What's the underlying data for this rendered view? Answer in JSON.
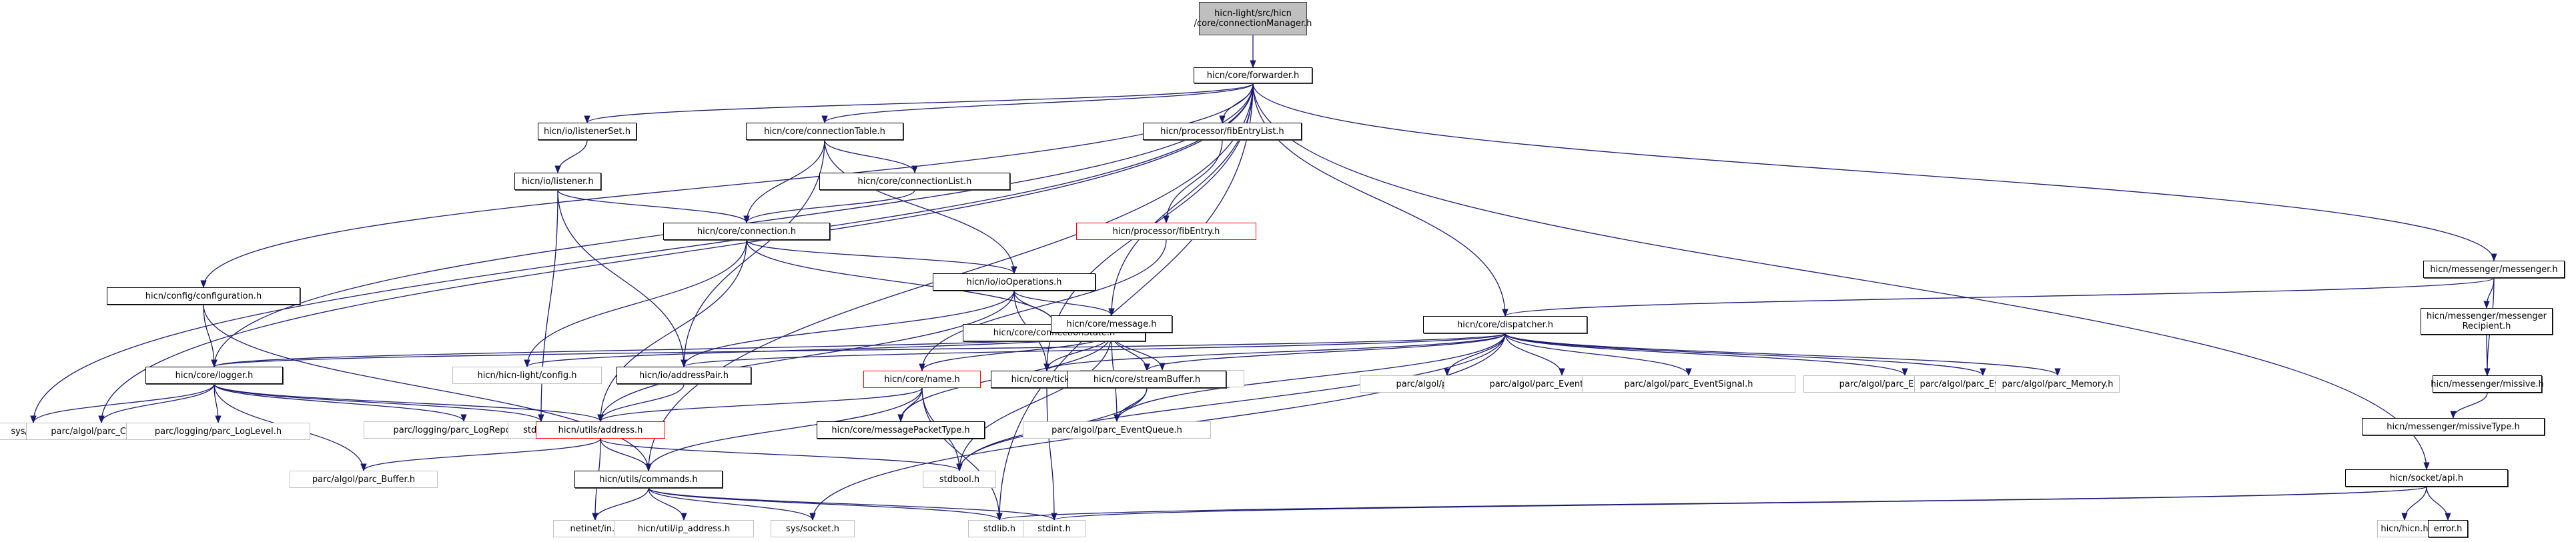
{
  "title": "hicn-light/src/hicn/core/connectionManager.h include dependency graph",
  "colors": {
    "edge": "#191970",
    "node_border": "#000000",
    "external_border": "#bfbfbf",
    "missing_border": "#ff0000",
    "root_fill": "#bfbfbf"
  },
  "nodes": [
    {
      "id": "root",
      "label": "hicn-light/src/hicn\n/core/connectionManager.h",
      "kind": "root"
    },
    {
      "id": "forwarder",
      "label": "hicn/core/forwarder.h",
      "kind": "doc"
    },
    {
      "id": "listenerSet",
      "label": "hicn/io/listenerSet.h",
      "kind": "doc"
    },
    {
      "id": "connectionTable",
      "label": "hicn/core/connectionTable.h",
      "kind": "doc"
    },
    {
      "id": "fibEntryList",
      "label": "hicn/processor/fibEntryList.h",
      "kind": "doc"
    },
    {
      "id": "listener",
      "label": "hicn/io/listener.h",
      "kind": "doc"
    },
    {
      "id": "connectionList",
      "label": "hicn/core/connectionList.h",
      "kind": "doc"
    },
    {
      "id": "fibEntry",
      "label": "hicn/processor/fibEntry.h",
      "kind": "missing"
    },
    {
      "id": "connection",
      "label": "hicn/core/connection.h",
      "kind": "doc"
    },
    {
      "id": "ioOperations",
      "label": "hicn/io/ioOperations.h",
      "kind": "doc"
    },
    {
      "id": "configuration",
      "label": "hicn/config/configuration.h",
      "kind": "doc"
    },
    {
      "id": "connectionState",
      "label": "hicn/core/connectionState.h",
      "kind": "doc"
    },
    {
      "id": "message",
      "label": "hicn/core/message.h",
      "kind": "doc"
    },
    {
      "id": "messenger",
      "label": "hicn/messenger/messenger.h",
      "kind": "doc"
    },
    {
      "id": "dispatcher",
      "label": "hicn/core/dispatcher.h",
      "kind": "doc"
    },
    {
      "id": "messengerRecipient",
      "label": "hicn/messenger/messenger\nRecipient.h",
      "kind": "doc"
    },
    {
      "id": "logger",
      "label": "hicn/core/logger.h",
      "kind": "doc"
    },
    {
      "id": "addressPair",
      "label": "hicn/io/addressPair.h",
      "kind": "doc"
    },
    {
      "id": "hicnLightConfig",
      "label": "hicn/hicn-light/config.h",
      "kind": "ext"
    },
    {
      "id": "name",
      "label": "hicn/core/name.h",
      "kind": "missing"
    },
    {
      "id": "parcEventBuffer",
      "label": "parc/algol/parc_EventBuffer.h",
      "kind": "ext"
    },
    {
      "id": "ticks",
      "label": "hicn/core/ticks.h",
      "kind": "doc"
    },
    {
      "id": "streamBuffer",
      "label": "hicn/core/streamBuffer.h",
      "kind": "doc"
    },
    {
      "id": "parcEvent",
      "label": "parc/algol/parc_Event.h",
      "kind": "ext"
    },
    {
      "id": "parcEventScheduler",
      "label": "parc/algol/parc_EventScheduler.h",
      "kind": "ext"
    },
    {
      "id": "parcEventSignal",
      "label": "parc/algol/parc_EventSignal.h",
      "kind": "ext"
    },
    {
      "id": "parcEventSocket",
      "label": "parc/algol/parc_EventSocket.h",
      "kind": "ext"
    },
    {
      "id": "parcEventTimer",
      "label": "parc/algol/parc_EventTimer.h",
      "kind": "ext"
    },
    {
      "id": "parcMemory",
      "label": "parc/algol/parc_Memory.h",
      "kind": "ext"
    },
    {
      "id": "missive",
      "label": "hicn/messenger/missive.h",
      "kind": "doc"
    },
    {
      "id": "sysTime",
      "label": "sys/time.h",
      "kind": "ext"
    },
    {
      "id": "parcClock",
      "label": "parc/algol/parc_Clock.h",
      "kind": "ext"
    },
    {
      "id": "parcLogLevel",
      "label": "parc/logging/parc_LogLevel.h",
      "kind": "ext"
    },
    {
      "id": "parcLogReporter",
      "label": "parc/logging/parc_LogReporter.h",
      "kind": "ext"
    },
    {
      "id": "stdarg",
      "label": "stdarg.h",
      "kind": "ext"
    },
    {
      "id": "address",
      "label": "hicn/utils/address.h",
      "kind": "missing"
    },
    {
      "id": "messagePacketType",
      "label": "hicn/core/messagePacketType.h",
      "kind": "doc"
    },
    {
      "id": "parcEventQueue",
      "label": "parc/algol/parc_EventQueue.h",
      "kind": "ext"
    },
    {
      "id": "missiveType",
      "label": "hicn/messenger/missiveType.h",
      "kind": "doc"
    },
    {
      "id": "parcBuffer",
      "label": "parc/algol/parc_Buffer.h",
      "kind": "ext"
    },
    {
      "id": "stdbool",
      "label": "stdbool.h",
      "kind": "ext"
    },
    {
      "id": "commands",
      "label": "hicn/utils/commands.h",
      "kind": "doc"
    },
    {
      "id": "socketApi",
      "label": "hicn/socket/api.h",
      "kind": "doc"
    },
    {
      "id": "netinetIn",
      "label": "netinet/in.h",
      "kind": "ext"
    },
    {
      "id": "ipAddress",
      "label": "hicn/util/ip_address.h",
      "kind": "ext"
    },
    {
      "id": "sysSocket",
      "label": "sys/socket.h",
      "kind": "ext"
    },
    {
      "id": "stdlib",
      "label": "stdlib.h",
      "kind": "ext"
    },
    {
      "id": "stdint",
      "label": "stdint.h",
      "kind": "ext"
    },
    {
      "id": "hicnH",
      "label": "hicn/hicn.h",
      "kind": "ext"
    },
    {
      "id": "errorH",
      "label": "error.h",
      "kind": "doc"
    }
  ],
  "edges": [
    [
      "root",
      "forwarder"
    ],
    [
      "forwarder",
      "listenerSet"
    ],
    [
      "forwarder",
      "connectionTable"
    ],
    [
      "forwarder",
      "fibEntryList"
    ],
    [
      "forwarder",
      "configuration"
    ],
    [
      "forwarder",
      "logger"
    ],
    [
      "forwarder",
      "message"
    ],
    [
      "forwarder",
      "dispatcher"
    ],
    [
      "forwarder",
      "messenger"
    ],
    [
      "forwarder",
      "ticks"
    ],
    [
      "forwarder",
      "sysTime"
    ],
    [
      "forwarder",
      "parcClock"
    ],
    [
      "forwarder",
      "commands"
    ],
    [
      "forwarder",
      "stdlib"
    ],
    [
      "forwarder",
      "socketApi"
    ],
    [
      "listenerSet",
      "listener"
    ],
    [
      "listener",
      "connection"
    ],
    [
      "listener",
      "addressPair"
    ],
    [
      "listener",
      "stdarg"
    ],
    [
      "connectionTable",
      "connectionList"
    ],
    [
      "connectionTable",
      "connection"
    ],
    [
      "connectionTable",
      "ioOperations"
    ],
    [
      "connectionTable",
      "addressPair"
    ],
    [
      "connectionList",
      "connection"
    ],
    [
      "fibEntryList",
      "fibEntry"
    ],
    [
      "fibEntry",
      "name"
    ],
    [
      "connection",
      "ioOperations"
    ],
    [
      "connection",
      "connectionState"
    ],
    [
      "connection",
      "hicnLightConfig"
    ],
    [
      "connection",
      "address"
    ],
    [
      "ioOperations",
      "connectionState"
    ],
    [
      "ioOperations",
      "message"
    ],
    [
      "ioOperations",
      "addressPair"
    ],
    [
      "ioOperations",
      "ticks"
    ],
    [
      "ioOperations",
      "address"
    ],
    [
      "configuration",
      "logger"
    ],
    [
      "configuration",
      "commands"
    ],
    [
      "message",
      "logger"
    ],
    [
      "message",
      "name"
    ],
    [
      "message",
      "parcEventBuffer"
    ],
    [
      "message",
      "ticks"
    ],
    [
      "message",
      "streamBuffer"
    ],
    [
      "message",
      "messagePacketType"
    ],
    [
      "message",
      "parcEventQueue"
    ],
    [
      "message",
      "hicnLightConfig"
    ],
    [
      "message",
      "stdbool"
    ],
    [
      "messenger",
      "dispatcher"
    ],
    [
      "messenger",
      "messengerRecipient"
    ],
    [
      "messenger",
      "missive"
    ],
    [
      "messengerRecipient",
      "missive"
    ],
    [
      "missive",
      "missiveType"
    ],
    [
      "dispatcher",
      "logger"
    ],
    [
      "dispatcher",
      "addressPair"
    ],
    [
      "dispatcher",
      "streamBuffer"
    ],
    [
      "dispatcher",
      "ticks"
    ],
    [
      "dispatcher",
      "parcEvent"
    ],
    [
      "dispatcher",
      "parcEventScheduler"
    ],
    [
      "dispatcher",
      "parcEventSignal"
    ],
    [
      "dispatcher",
      "parcEventSocket"
    ],
    [
      "dispatcher",
      "parcEventTimer"
    ],
    [
      "dispatcher",
      "parcMemory"
    ],
    [
      "dispatcher",
      "parcEventQueue"
    ],
    [
      "dispatcher",
      "stdbool"
    ],
    [
      "dispatcher",
      "sysSocket"
    ],
    [
      "logger",
      "sysTime"
    ],
    [
      "logger",
      "parcClock"
    ],
    [
      "logger",
      "parcLogLevel"
    ],
    [
      "logger",
      "parcLogReporter"
    ],
    [
      "logger",
      "stdarg"
    ],
    [
      "logger",
      "parcBuffer"
    ],
    [
      "logger",
      "address"
    ],
    [
      "addressPair",
      "address"
    ],
    [
      "name",
      "address"
    ],
    [
      "name",
      "commands"
    ],
    [
      "name",
      "messagePacketType"
    ],
    [
      "name",
      "stdbool"
    ],
    [
      "name",
      "stdlib"
    ],
    [
      "streamBuffer",
      "parcEventQueue"
    ],
    [
      "streamBuffer",
      "stdbool"
    ],
    [
      "ticks",
      "stdint"
    ],
    [
      "address",
      "parcBuffer"
    ],
    [
      "address",
      "commands"
    ],
    [
      "address",
      "netinetIn"
    ],
    [
      "address",
      "stdbool"
    ],
    [
      "commands",
      "netinetIn"
    ],
    [
      "commands",
      "ipAddress"
    ],
    [
      "commands",
      "sysSocket"
    ],
    [
      "commands",
      "stdlib"
    ],
    [
      "commands",
      "stdint"
    ],
    [
      "socketApi",
      "hicnH"
    ],
    [
      "socketApi",
      "errorH"
    ],
    [
      "socketApi",
      "stdlib"
    ],
    [
      "socketApi",
      "stdint"
    ]
  ]
}
